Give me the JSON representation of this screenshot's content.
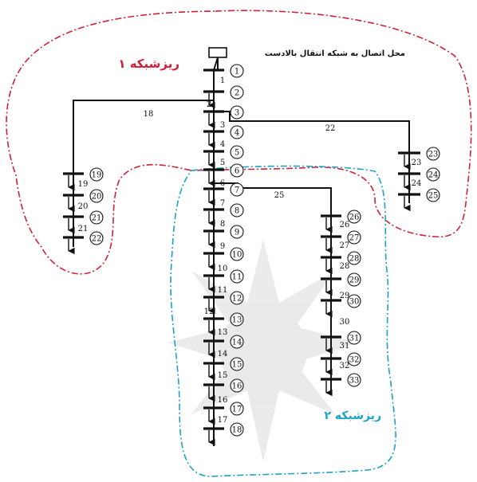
{
  "feeder_label": "محل اتصال به شبکه انتقال بالادست",
  "subnet1": {
    "label": "ریزشبکه ۱",
    "color": "#d0203a"
  },
  "subnet2": {
    "label": "ریزشبکه ۲",
    "color": "#1aa3c6"
  },
  "buses": [
    "1",
    "2",
    "3",
    "4",
    "5",
    "6",
    "7",
    "8",
    "9",
    "10",
    "11",
    "12",
    "13",
    "14",
    "15",
    "16",
    "17",
    "18",
    "19",
    "20",
    "21",
    "22",
    "23",
    "24",
    "25",
    "26",
    "27",
    "28",
    "29",
    "30",
    "31",
    "32",
    "33"
  ],
  "branches": [
    "1",
    "2",
    "3",
    "4",
    "5",
    "6",
    "7",
    "8",
    "9",
    "10",
    "11",
    "12",
    "13",
    "14",
    "15",
    "16",
    "17",
    "18",
    "19",
    "20",
    "21",
    "22",
    "23",
    "24",
    "25",
    "26",
    "27",
    "28",
    "29",
    "30",
    "31",
    "32"
  ]
}
